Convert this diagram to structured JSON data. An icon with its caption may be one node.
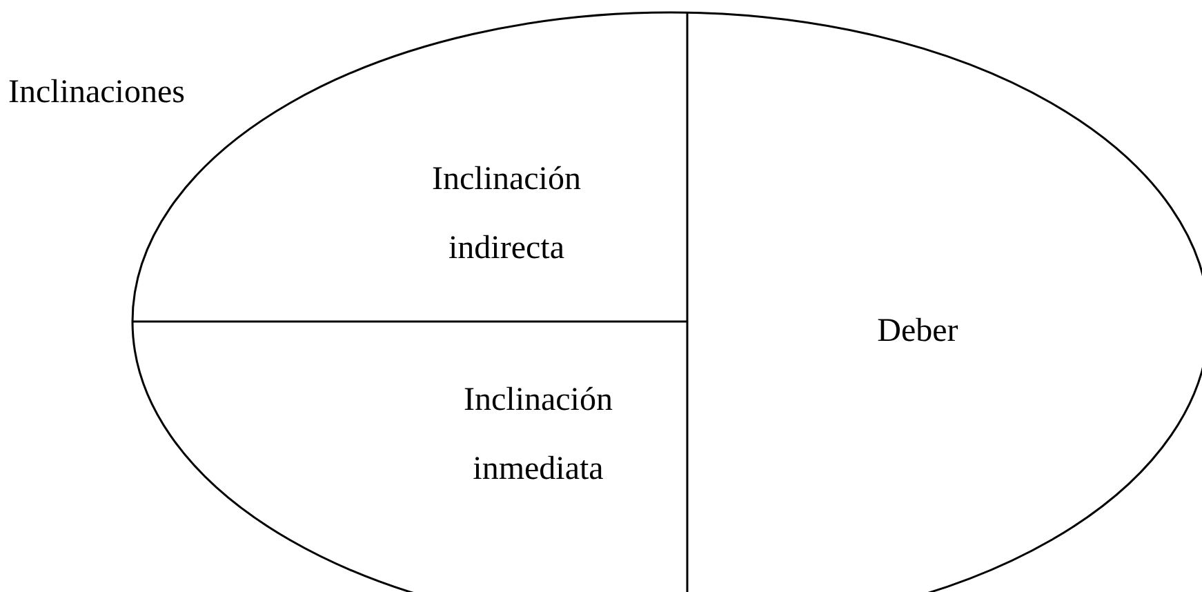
{
  "diagram": {
    "nodes": [
      {
        "text": [
          "Inclinaciones"
        ]
      },
      {
        "text": [
          "Inclinación indirecta"
        ],
        "in": 0
      },
      {
        "text": [
          "Inclinación inmediata"
        ],
        "in": 0
      },
      {
        "text": [
          "Deber"
        ],
        "in": 0
      }
    ]
  }
}
